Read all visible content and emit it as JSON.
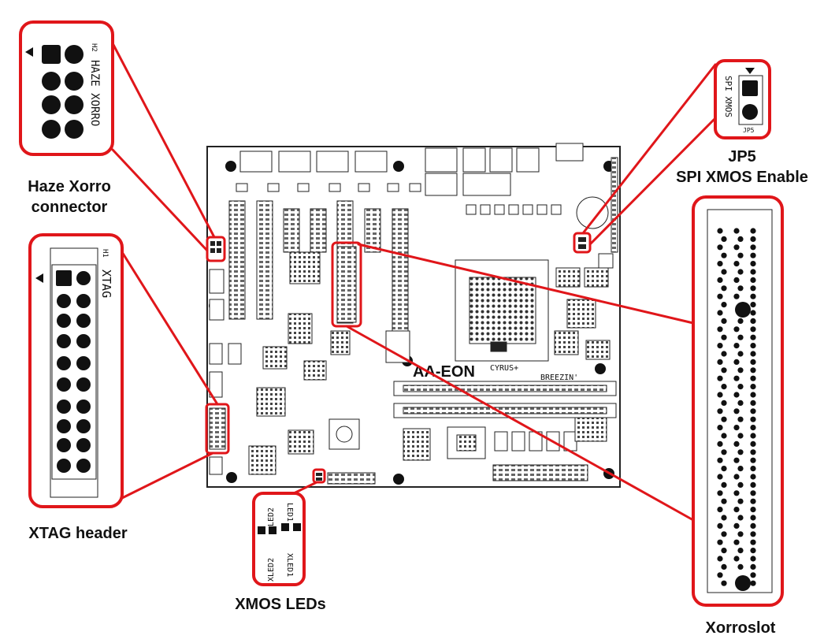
{
  "labels": {
    "haze_xorro": {
      "line1": "Haze Xorro",
      "line2": "connector"
    },
    "xtag": {
      "line1": "XTAG header"
    },
    "jp5": {
      "line1": "JP5",
      "line2": "SPI XMOS Enable"
    },
    "xmos_leds": {
      "line1": "XMOS LEDs"
    },
    "xorroslot": {
      "line1": "Xorroslot"
    }
  },
  "silkscreen": {
    "haze_xorro": "HAZE XORRO",
    "haze_xorro_ref": "H2",
    "xtag": "XTAG",
    "xtag_ref": "H1",
    "spi_xmos": "SPI XMOS",
    "jp5_ref": "JP5",
    "led1": "LED1",
    "led2": "LED2",
    "xled1": "XLED1",
    "xled2": "XLED2",
    "board_brand": "AA-EON",
    "cyrus": "CYRUS+",
    "breezin": "BREEZIN'"
  },
  "colors": {
    "callout": "#e0161a",
    "ink": "#111111",
    "board": "#ffffff"
  }
}
